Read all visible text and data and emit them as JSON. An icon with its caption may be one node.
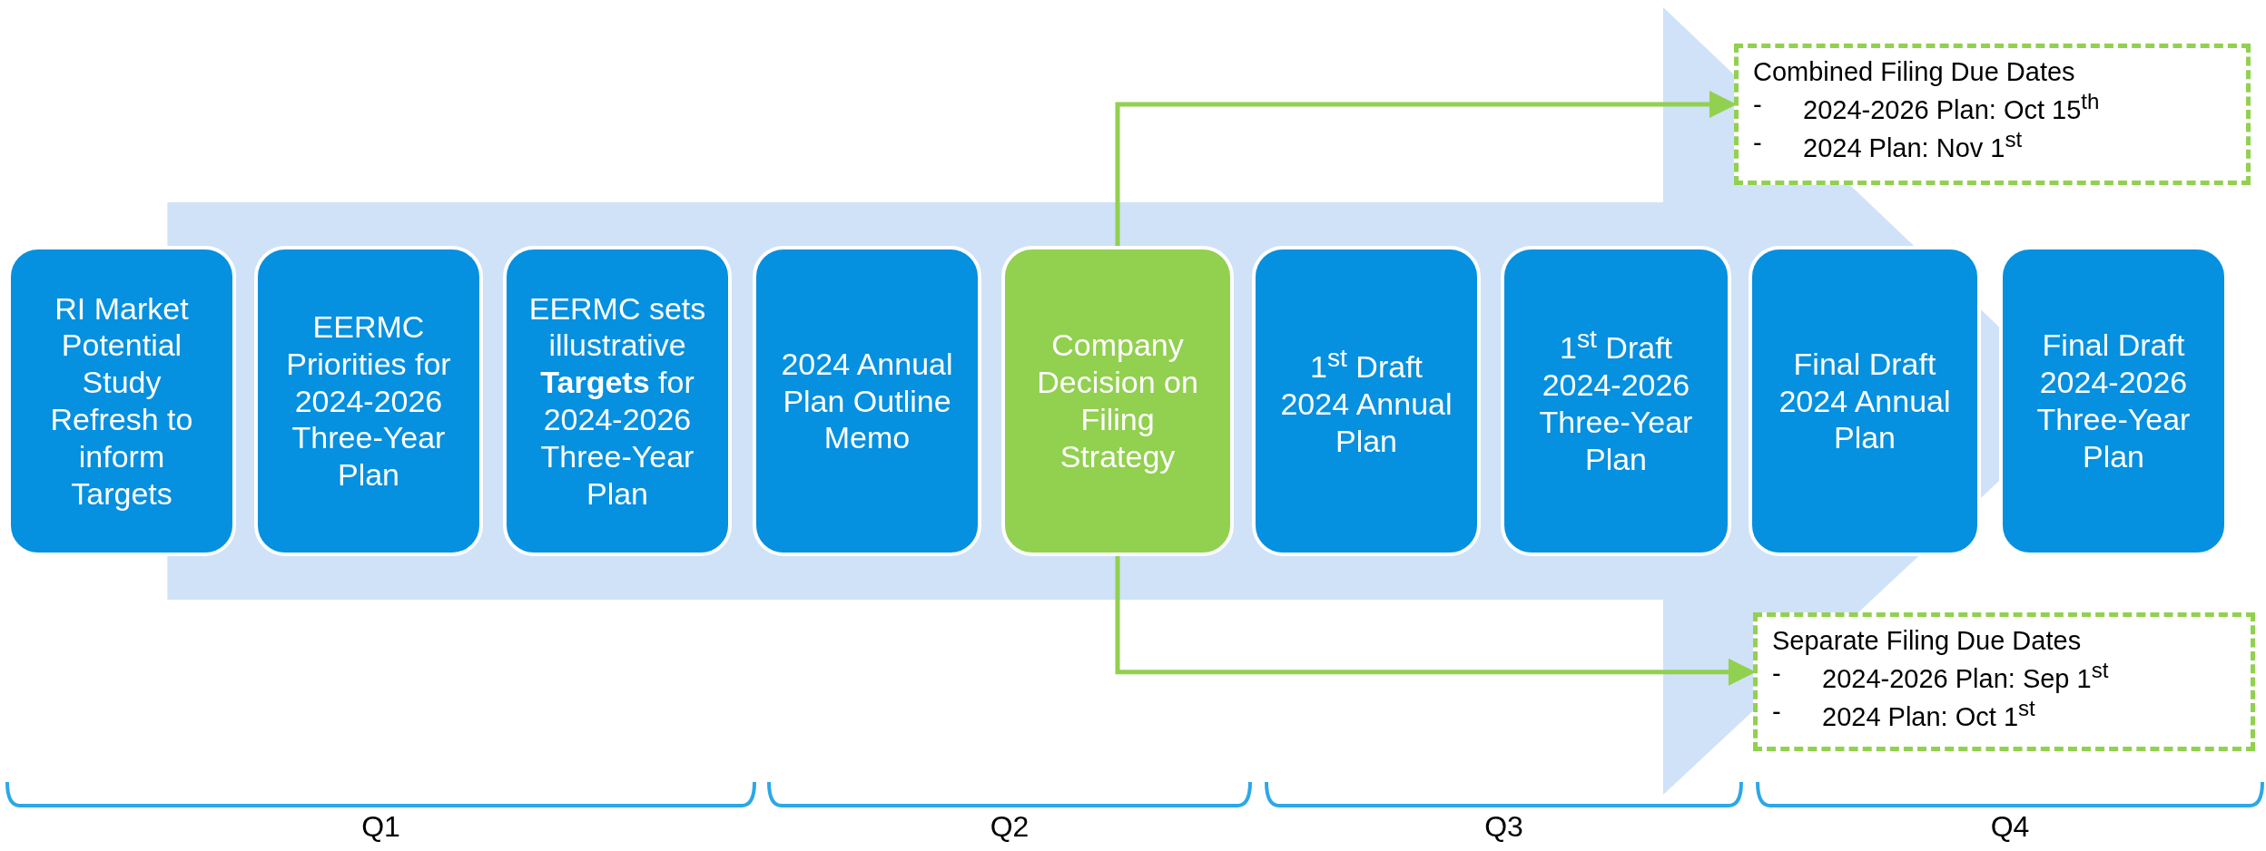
{
  "diagram": {
    "nodes": [
      {
        "text": [
          "RI Market Potential Study Refresh to inform Targets"
        ]
      },
      {
        "text": [
          "EERMC Priorities for 2024-2026 Three-Year Plan"
        ]
      },
      {
        "text": [
          "EERMC sets illustrative **Targets** for 2024-2026 Three-Year Plan"
        ]
      },
      {
        "text": [
          "2024 Annual Plan Outline Memo"
        ]
      },
      {
        "text": [
          "Company Decision on Filing Strategy"
        ]
      },
      {
        "text": [
          "1$^{st}$ Draft 2024 Annual Plan"
        ]
      },
      {
        "text": [
          "1$^{st}$ Draft 2024-2026 Three-Year Plan"
        ]
      },
      {
        "text": [
          "Final Draft 2024 Annual Plan"
        ]
      },
      {
        "text": [
          "Final Draft 2024-2026 Three-Year Plan"
        ]
      },
      {
        "text": [
          "Combined Filing Due Dates",
          "-",
          "2024-2026 Plan: Oct 15$^{th}$",
          "-",
          "2024 Plan: Nov 1$^{st}$"
        ]
      },
      {
        "text": [
          "Separate Filing Due Dates",
          "-",
          "2024-2026 Plan: Sep 1$^{st}$",
          "-",
          "2024 Plan: Oct 1$^{st}$"
        ]
      }
    ],
    "edges": [
      {
        "from": 0,
        "to": 8,
        "arrow": "to",
        "style": "thick",
        "color": "#cfe2f8"
      },
      {
        "from": 4,
        "to": 9,
        "arrow": "to",
        "color": "#92d050"
      },
      {
        "from": 4,
        "to": 10,
        "arrow": "to",
        "color": "#92d050"
      }
    ],
    "labels": [
      "Q1",
      "Q2",
      "Q3",
      "Q4"
    ]
  }
}
